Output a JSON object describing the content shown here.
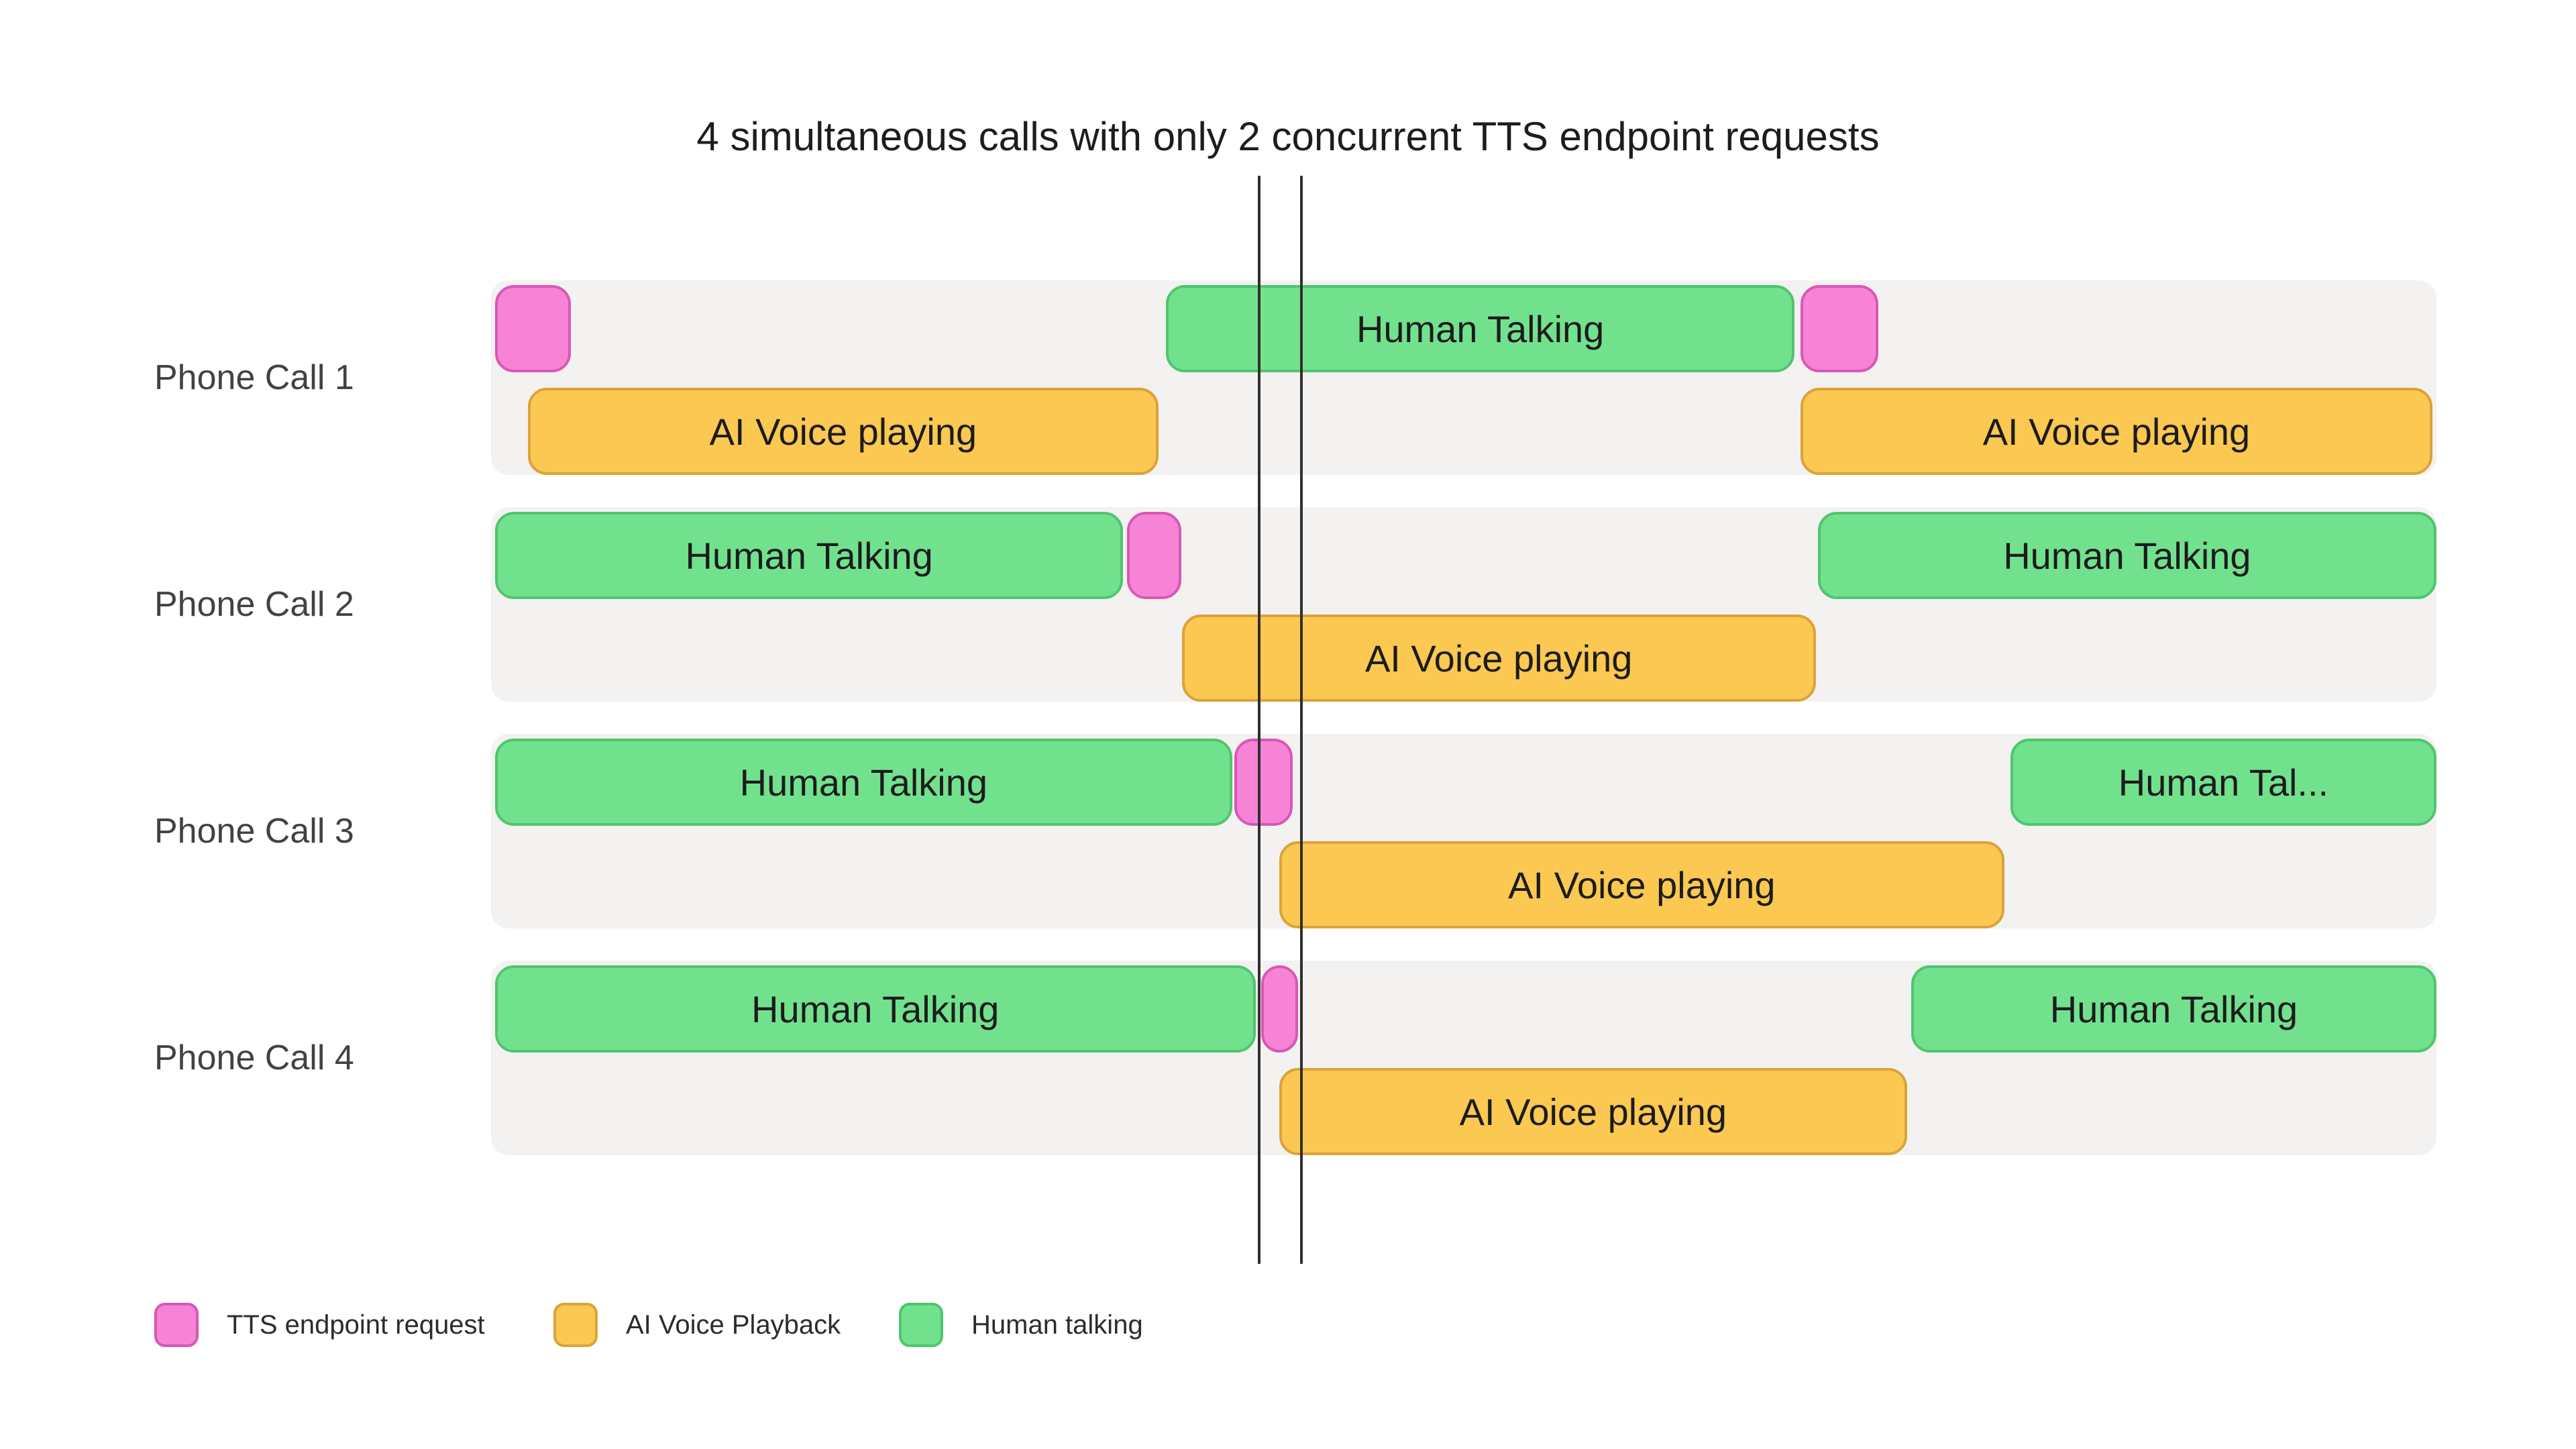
{
  "title": "4 simultaneous calls with only 2 concurrent TTS endpoint requests",
  "colors": {
    "tts_fill": "#f783d7",
    "tts_border": "#d957b4",
    "ai_fill": "#fbc851",
    "ai_border": "#dba33c",
    "human_fill": "#72e18e",
    "human_border": "#4fc570",
    "lane_bg": "#f4f1f1",
    "marker_color": "#2f2f2f"
  },
  "markers": {
    "x1_pct": 39.4,
    "x2_pct": 41.6
  },
  "legend": [
    {
      "type": "tts",
      "label": "TTS endpoint request"
    },
    {
      "type": "ai",
      "label": "AI Voice Playback"
    },
    {
      "type": "human",
      "label": "Human talking"
    }
  ],
  "rows": [
    {
      "label": "Phone Call 1",
      "top": [
        {
          "type": "tts",
          "text": "",
          "start": 0.2,
          "width": 3.9
        },
        {
          "type": "human",
          "text": "Human Talking",
          "start": 34.7,
          "width": 32.3
        },
        {
          "type": "tts",
          "text": "",
          "start": 67.3,
          "width": 4.0
        }
      ],
      "bottom": [
        {
          "type": "ai",
          "text": "AI Voice playing",
          "start": 1.9,
          "width": 32.4
        },
        {
          "type": "ai",
          "text": "AI Voice playing",
          "start": 67.3,
          "width": 32.5
        }
      ]
    },
    {
      "label": "Phone Call 2",
      "top": [
        {
          "type": "human",
          "text": "Human Talking",
          "start": 0.2,
          "width": 32.3
        },
        {
          "type": "tts",
          "text": "",
          "start": 32.7,
          "width": 2.8
        },
        {
          "type": "human",
          "text": "Human Talking",
          "start": 68.2,
          "width": 31.8
        }
      ],
      "bottom": [
        {
          "type": "ai",
          "text": "AI Voice playing",
          "start": 35.5,
          "width": 32.6
        }
      ]
    },
    {
      "label": "Phone Call 3",
      "top": [
        {
          "type": "human",
          "text": "Human Talking",
          "start": 0.2,
          "width": 37.9
        },
        {
          "type": "tts",
          "text": "",
          "start": 38.2,
          "width": 3.0
        },
        {
          "type": "human",
          "text": "Human Tal...",
          "start": 78.1,
          "width": 21.9
        }
      ],
      "bottom": [
        {
          "type": "ai",
          "text": "AI Voice playing",
          "start": 40.5,
          "width": 37.3
        }
      ]
    },
    {
      "label": "Phone Call 4",
      "top": [
        {
          "type": "human",
          "text": "Human Talking",
          "start": 0.2,
          "width": 39.1
        },
        {
          "type": "tts",
          "text": "",
          "start": 39.6,
          "width": 1.9
        },
        {
          "type": "human",
          "text": "Human Talking",
          "start": 73.0,
          "width": 27.0
        }
      ],
      "bottom": [
        {
          "type": "ai",
          "text": "AI Voice playing",
          "start": 40.5,
          "width": 32.3
        }
      ]
    }
  ]
}
